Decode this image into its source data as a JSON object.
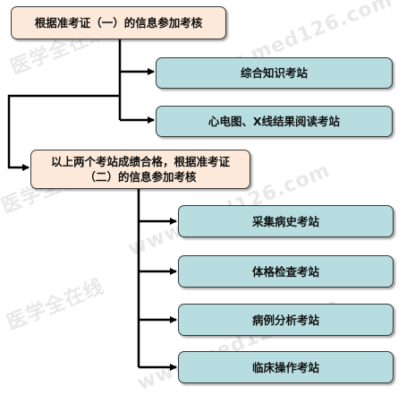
{
  "watermark": {
    "cn": "医学全在线",
    "url": "www.med126.com"
  },
  "colors": {
    "stage1": "#fde9d9",
    "station": "#b7dde0",
    "line": "#000000"
  },
  "stage1": {
    "label": "根据准考证（一）的信息参加考核"
  },
  "stage1_stations": [
    {
      "label": "综合知识考站"
    },
    {
      "label": "心电图、X线结果阅读考站"
    }
  ],
  "stage2": {
    "line1": "以上两个考站成绩合格，根据准考证",
    "line2": "（二）的信息参加考核"
  },
  "stage2_stations": [
    {
      "label": "采集病史考站"
    },
    {
      "label": "体格检查考站"
    },
    {
      "label": "病例分析考站"
    },
    {
      "label": "临床操作考站"
    }
  ]
}
